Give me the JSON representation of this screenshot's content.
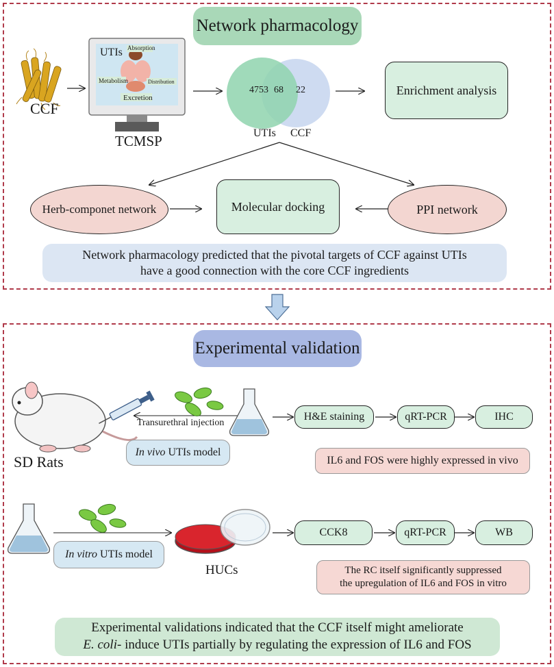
{
  "top_section": {
    "title": "Network pharmacology",
    "ccf_label": "CCF",
    "tcmsp_label": "TCMSP",
    "screen": {
      "utis": "UTIs",
      "absorption": "Absorption",
      "metabolism": "Metabolism",
      "distribution": "Distribution",
      "excretion": "Excretion"
    },
    "venn": {
      "left_value": "4753",
      "overlap_value": "68",
      "right_value": "22",
      "left_label": "UTIs",
      "right_label": "CCF"
    },
    "enrichment": "Enrichment analysis",
    "herb_network": "Herb-componet network",
    "molecular_docking": "Molecular docking",
    "ppi_network": "PPI network",
    "summary_line1": "Network pharmacology  predicted that  the pivotal targets of CCF against UTIs",
    "summary_line2": "have a good connection with the core CCF ingredients"
  },
  "bottom_section": {
    "title": "Experimental validation",
    "sd_rats": "SD Rats",
    "transurethral": "Transurethral injection",
    "in_vivo_em": "In vivo",
    "in_vivo_rest": " UTIs model",
    "vivo_steps": [
      "H&E staining",
      "qRT-PCR",
      "IHC"
    ],
    "vivo_result": "IL6 and FOS were highly expressed in vivo",
    "in_vitro_em": "In vitro",
    "in_vitro_rest": " UTIs model",
    "hucs": "HUCs",
    "vitro_steps": [
      "CCK8",
      "qRT-PCR",
      "WB"
    ],
    "vitro_result_line1": "The RC itself significantly suppressed",
    "vitro_result_line2": "the upregulation of IL6 and FOS in vitro",
    "summary_line1": "Experimental validations indicated that the CCF itself might ameliorate",
    "summary_line2_em": "E. coli-",
    "summary_line2_rest": " induce UTIs partially by regulating the expression of IL6 and FOS"
  },
  "colors": {
    "border": "#b03a4a",
    "green_title": "#a9d8b8",
    "blue_title": "#a9b8e3",
    "node_green": "#d8efe0",
    "node_pink": "#f3d6d1",
    "venn_utis": "#8fd3ae",
    "venn_ccf": "#c9d7ef"
  },
  "icons": [
    "herb-roots-icon",
    "computer-monitor-icon",
    "down-arrow-icon",
    "rat-icon",
    "syringe-icon",
    "bacteria-icon",
    "flask-icon",
    "petri-dish-icon"
  ]
}
